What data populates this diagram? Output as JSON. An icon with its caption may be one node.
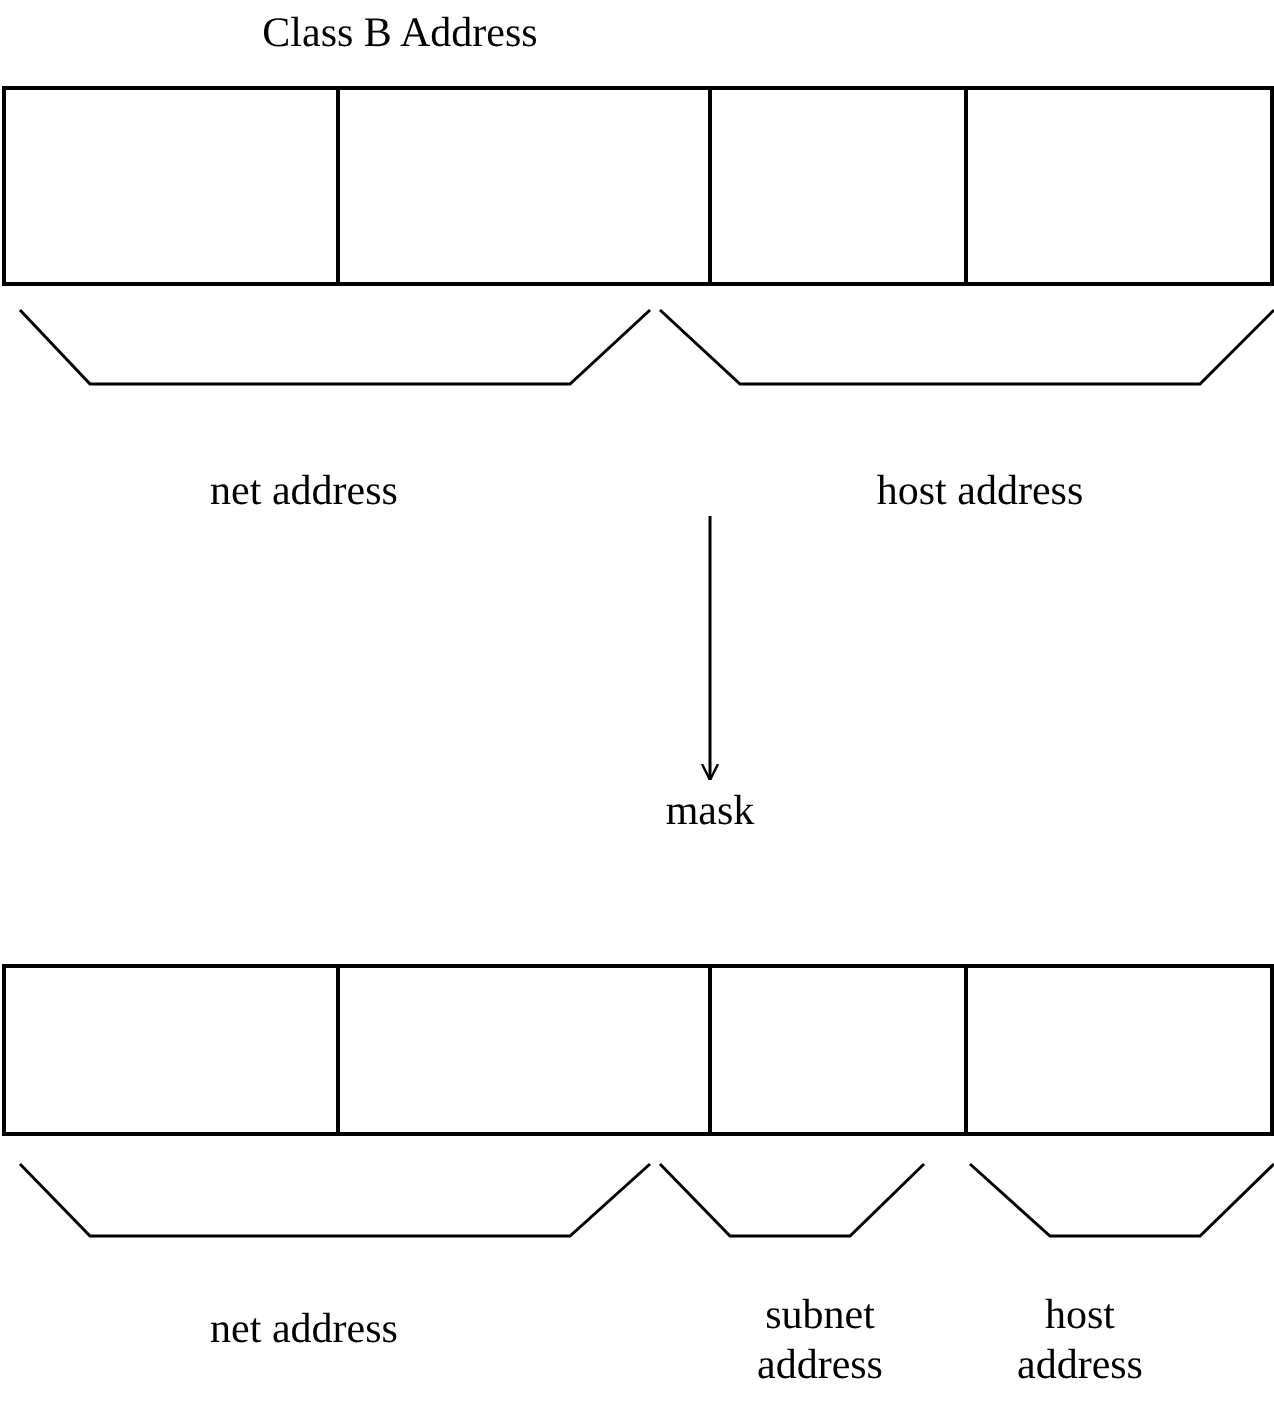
{
  "diagram": {
    "title": "Class B Address",
    "nodes": [
      {
        "text": [],
        "shape": "box"
      },
      {
        "text": [],
        "shape": "box"
      },
      {
        "text": [],
        "shape": "box"
      },
      {
        "text": [],
        "shape": "box"
      },
      {
        "text": [
          "mask"
        ]
      },
      {
        "text": [],
        "shape": "box"
      },
      {
        "text": [],
        "shape": "box"
      },
      {
        "text": [],
        "shape": "box"
      },
      {
        "text": [],
        "shape": "box"
      }
    ],
    "edges": [
      {
        "from": null,
        "to": 4,
        "arrow": "to"
      }
    ],
    "labels": [
      "net address",
      "host address",
      "net address",
      "subnet address",
      "host address"
    ]
  }
}
